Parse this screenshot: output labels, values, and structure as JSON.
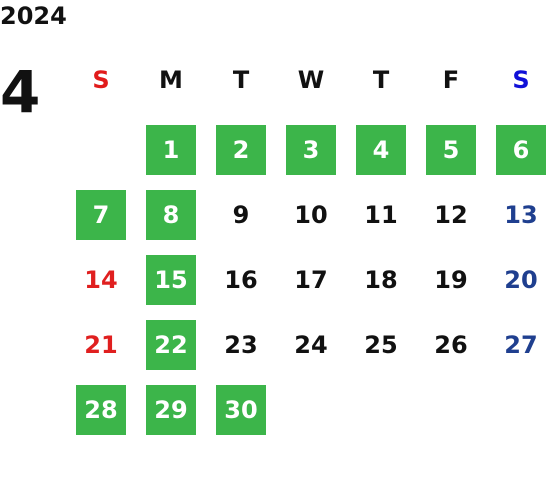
{
  "calendar": {
    "year": "2024",
    "month": "4",
    "weekday_labels": [
      "S",
      "M",
      "T",
      "W",
      "T",
      "F",
      "S"
    ],
    "weekday_colors": [
      "#e11b1b",
      "#111111",
      "#111111",
      "#111111",
      "#111111",
      "#111111",
      "#1010d8"
    ],
    "first_weekday_index": 1,
    "days": [
      {
        "day": "1",
        "highlight": true
      },
      {
        "day": "2",
        "highlight": true
      },
      {
        "day": "3",
        "highlight": true
      },
      {
        "day": "4",
        "highlight": true
      },
      {
        "day": "5",
        "highlight": true
      },
      {
        "day": "6",
        "highlight": true
      },
      {
        "day": "7",
        "highlight": true
      },
      {
        "day": "8",
        "highlight": true
      },
      {
        "day": "9",
        "highlight": false
      },
      {
        "day": "10",
        "highlight": false
      },
      {
        "day": "11",
        "highlight": false
      },
      {
        "day": "12",
        "highlight": false
      },
      {
        "day": "13",
        "highlight": false
      },
      {
        "day": "14",
        "highlight": false
      },
      {
        "day": "15",
        "highlight": true
      },
      {
        "day": "16",
        "highlight": false
      },
      {
        "day": "17",
        "highlight": false
      },
      {
        "day": "18",
        "highlight": false
      },
      {
        "day": "19",
        "highlight": false
      },
      {
        "day": "20",
        "highlight": false
      },
      {
        "day": "21",
        "highlight": false
      },
      {
        "day": "22",
        "highlight": true
      },
      {
        "day": "23",
        "highlight": false
      },
      {
        "day": "24",
        "highlight": false
      },
      {
        "day": "25",
        "highlight": false
      },
      {
        "day": "26",
        "highlight": false
      },
      {
        "day": "27",
        "highlight": false
      },
      {
        "day": "28",
        "highlight": true
      },
      {
        "day": "29",
        "highlight": true
      },
      {
        "day": "30",
        "highlight": true
      }
    ],
    "colors": {
      "highlight_bg": "#3cb54a",
      "highlight_text": "#ffffff",
      "sunday_text": "#e01f1f",
      "saturday_text": "#1f3f8f",
      "default_text": "#111111"
    }
  }
}
